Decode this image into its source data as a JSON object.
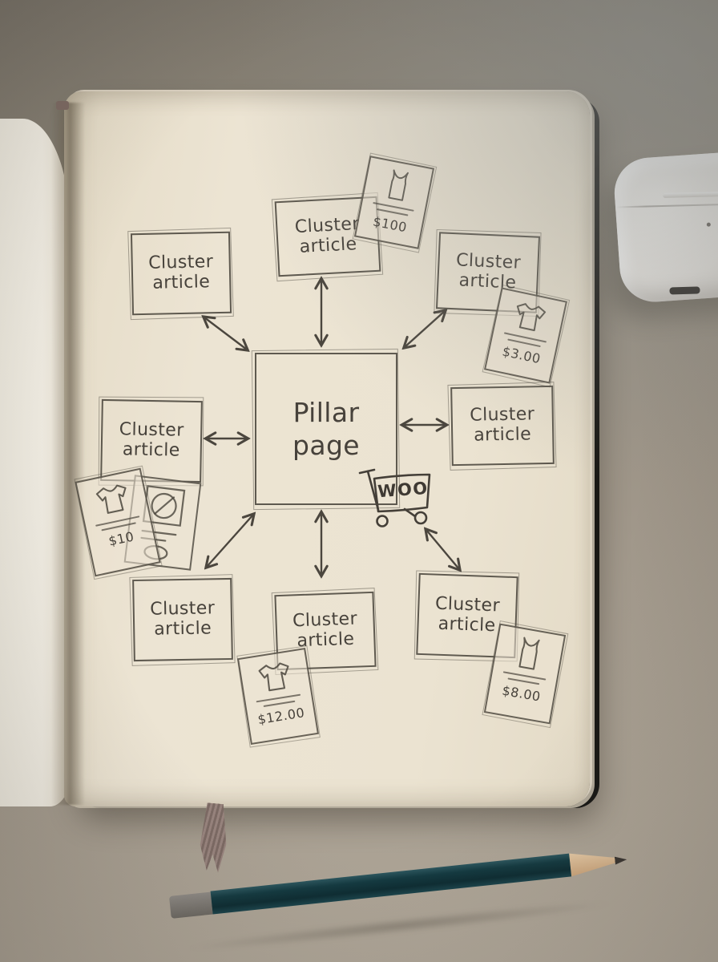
{
  "photo": {
    "ink_color": "#46413a",
    "paper_color": "#ece4d3",
    "desk_color": "#9a9286",
    "pencil_color": "#143a41"
  },
  "diagram": {
    "pillar": {
      "label": "Pillar page"
    },
    "clusters": [
      {
        "position": "top-left",
        "label": "Cluster article"
      },
      {
        "position": "top-center",
        "label": "Cluster article"
      },
      {
        "position": "top-right",
        "label": "Cluster article"
      },
      {
        "position": "middle-left",
        "label": "Cluster article"
      },
      {
        "position": "middle-right",
        "label": "Cluster article"
      },
      {
        "position": "bottom-left",
        "label": "Cluster article"
      },
      {
        "position": "bottom-center",
        "label": "Cluster article"
      },
      {
        "position": "bottom-right",
        "label": "Cluster article"
      }
    ],
    "woo_logo": {
      "label": "WOO"
    },
    "price_tags": [
      {
        "position": "top-center",
        "garment": "tank-top",
        "price": "$100"
      },
      {
        "position": "top-right",
        "garment": "t-shirt",
        "price": "$3.00"
      },
      {
        "position": "middle-left",
        "garment": "t-shirt",
        "price": "$10"
      },
      {
        "position": "bottom-center",
        "garment": "t-shirt",
        "price": "$12.00"
      },
      {
        "position": "bottom-right",
        "garment": "tank-top",
        "price": "$8.00"
      }
    ]
  },
  "objects": {
    "notebook": "open notebook",
    "bookmark": "bookmark ribbon",
    "airpods_case": "earbuds charging case",
    "pencil": "teal pencil"
  }
}
